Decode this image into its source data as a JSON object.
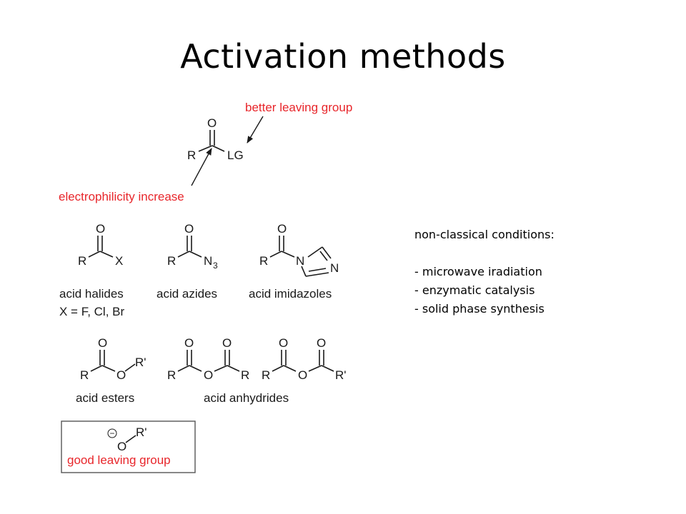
{
  "slide": {
    "title": "Activation methods"
  },
  "scheme": {
    "top": {
      "O": "O",
      "R": "R",
      "LG": "LG",
      "label_leaving": "better leaving group",
      "label_electro": "electrophilicity increase"
    },
    "halide": {
      "O": "O",
      "R": "R",
      "X": "X",
      "name": "acid halides",
      "note": "X = F, Cl, Br"
    },
    "azide": {
      "O": "O",
      "R": "R",
      "N": "N",
      "N_sub": "3",
      "name": "acid azides"
    },
    "imidazole": {
      "O": "O",
      "R": "R",
      "N1": "N",
      "N2": "N",
      "name": "acid imidazoles"
    },
    "ester": {
      "O": "O",
      "R": "R",
      "O2": "O",
      "Rp": "R'",
      "name": "acid esters"
    },
    "anhydride1": {
      "O1": "O",
      "O2": "O",
      "O3": "O",
      "R1": "R",
      "R2": "R"
    },
    "anhydride2": {
      "O1": "O",
      "O2": "O",
      "O3": "O",
      "R1": "R",
      "R2": "R'"
    },
    "anhydride_name": "acid anhydrides",
    "box": {
      "minus": "−",
      "O": "O",
      "Rp": "R'",
      "label": "good leaving group"
    }
  },
  "notes": {
    "heading": "non-classical conditions:",
    "items": [
      "- microwave iradiation",
      "- enzymatic catalysis",
      "- solid phase synthesis"
    ]
  }
}
